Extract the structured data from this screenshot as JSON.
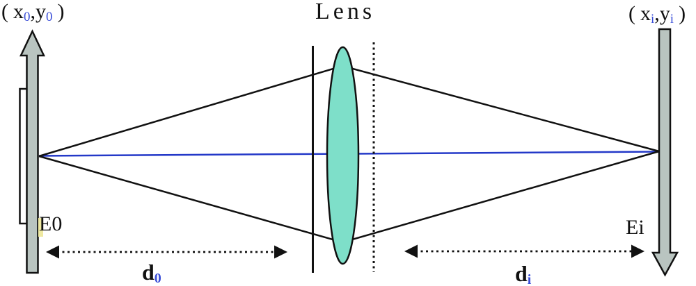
{
  "title": "Lens",
  "labels": {
    "object_coords": {
      "open": "(",
      "x": "x",
      "x_sub": "0",
      "comma": ",",
      "y": "y",
      "y_sub": "0",
      "close": ")"
    },
    "image_coords": {
      "open": "(",
      "x": "x",
      "x_sub": "i",
      "comma": ",",
      "y": "y",
      "y_sub": "i",
      "close": ")"
    },
    "object_field": "E0",
    "image_field": "Ei",
    "object_distance": {
      "base": "d",
      "sub": "0"
    },
    "image_distance": {
      "base": "d",
      "sub": "i"
    }
  },
  "colors": {
    "lens_fill": "#7edfc9",
    "arrow_fill": "#b9c4c0",
    "plate_fill": "#ffffff",
    "axis_blue": "#2338c8",
    "subscript_blue": "#3b4fd8",
    "highlight_yellow": "#efe9a2",
    "line_black": "#111111"
  }
}
